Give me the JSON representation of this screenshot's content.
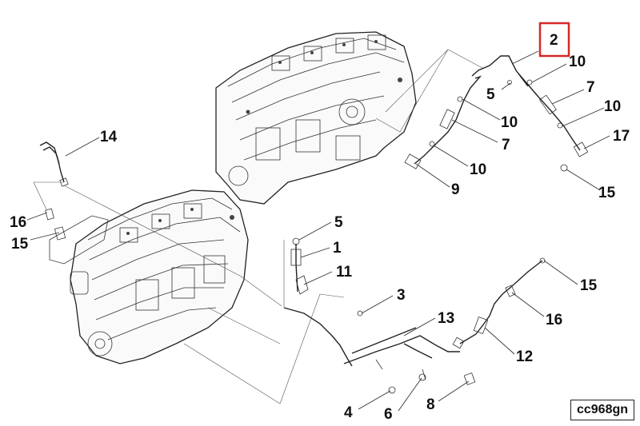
{
  "diagram": {
    "highlighted_callout": "2",
    "figure_code": "cc968gn",
    "highlight_color": "#d62828",
    "callouts": {
      "c2": "2",
      "c10a": "10",
      "c7a": "7",
      "c5a": "5",
      "c10b": "10",
      "c10c": "10",
      "c17": "17",
      "c7b": "7",
      "c10d": "10",
      "c9": "9",
      "c15a": "15",
      "c14": "14",
      "c16a": "16",
      "c15b": "15",
      "c5b": "5",
      "c1": "1",
      "c11": "11",
      "c3": "3",
      "c13": "13",
      "c15c": "15",
      "c16b": "16",
      "c12": "12",
      "c4": "4",
      "c6": "6",
      "c8": "8"
    }
  }
}
